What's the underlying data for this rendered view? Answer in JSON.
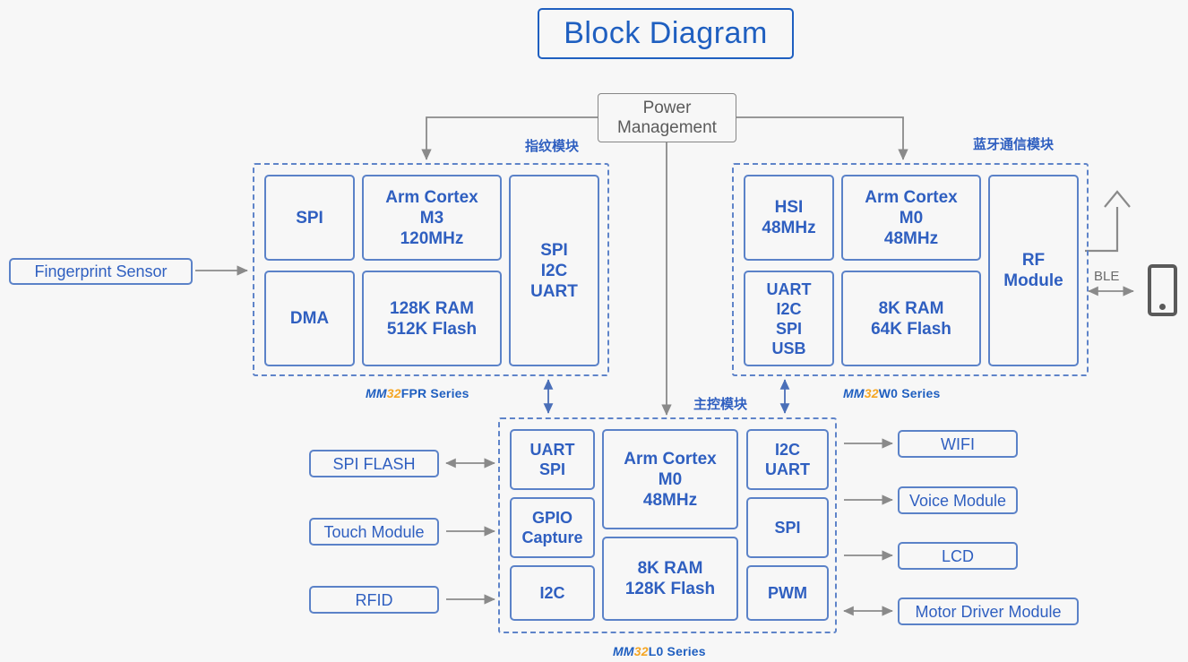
{
  "title": "Block Diagram",
  "power": {
    "label": "Power\nManagement",
    "line1": "Power",
    "line2": "Management"
  },
  "modules": {
    "fingerprint": {
      "cn_label": "指纹模块",
      "series_mm": "MM",
      "series_num": "32",
      "series_rest": "FPR Series",
      "blocks": [
        {
          "name": "spi",
          "text": "SPI"
        },
        {
          "name": "cpu",
          "text": "Arm Cortex\nM3\n120MHz",
          "lines": [
            "Arm Cortex",
            "M3",
            "120MHz"
          ]
        },
        {
          "name": "io",
          "text": "SPI\nI2C\nUART",
          "lines": [
            "SPI",
            "I2C",
            "UART"
          ]
        },
        {
          "name": "dma",
          "text": "DMA"
        },
        {
          "name": "mem",
          "text": "128K RAM\n512K Flash",
          "lines": [
            "128K RAM",
            "512K Flash"
          ]
        }
      ]
    },
    "bluetooth": {
      "cn_label": "蓝牙通信模块",
      "series_mm": "MM",
      "series_num": "32",
      "series_rest": "W0 Series",
      "blocks": [
        {
          "name": "hsi",
          "text": "HSI\n48MHz",
          "lines": [
            "HSI",
            "48MHz"
          ]
        },
        {
          "name": "cpu",
          "text": "Arm Cortex\nM0\n48MHz",
          "lines": [
            "Arm Cortex",
            "M0",
            "48MHz"
          ]
        },
        {
          "name": "rf",
          "text": "RF\nModule",
          "lines": [
            "RF",
            "Module"
          ]
        },
        {
          "name": "io",
          "text": "UART\nI2C\nSPI\nUSB",
          "lines": [
            "UART",
            "I2C",
            "SPI",
            "USB"
          ]
        },
        {
          "name": "mem",
          "text": "8K RAM\n64K Flash",
          "lines": [
            "8K RAM",
            "64K Flash"
          ]
        }
      ]
    },
    "main": {
      "cn_label": "主控模块",
      "series_mm": "MM",
      "series_num": "32",
      "series_rest": "L0 Series",
      "blocks": [
        {
          "name": "uart-spi",
          "text": "UART\nSPI",
          "lines": [
            "UART",
            "SPI"
          ]
        },
        {
          "name": "gpio-capture",
          "text": "GPIO\nCapture",
          "lines": [
            "GPIO",
            "Capture"
          ]
        },
        {
          "name": "i2c",
          "text": "I2C"
        },
        {
          "name": "cpu",
          "text": "Arm Cortex\nM0\n48MHz",
          "lines": [
            "Arm Cortex",
            "M0",
            "48MHz"
          ]
        },
        {
          "name": "mem",
          "text": "8K RAM\n128K Flash",
          "lines": [
            "8K RAM",
            "128K Flash"
          ]
        },
        {
          "name": "i2c-uart",
          "text": "I2C\nUART",
          "lines": [
            "I2C",
            "UART"
          ]
        },
        {
          "name": "spi",
          "text": "SPI"
        },
        {
          "name": "pwm",
          "text": "PWM"
        }
      ]
    }
  },
  "peripherals": {
    "left_sensor": "Fingerprint Sensor",
    "left_list": [
      {
        "name": "spi-flash",
        "label": "SPI FLASH",
        "arrow": "bidirectional"
      },
      {
        "name": "touch-module",
        "label": "Touch Module",
        "arrow": "right"
      },
      {
        "name": "rfid",
        "label": "RFID",
        "arrow": "right"
      }
    ],
    "right_list": [
      {
        "name": "wifi",
        "label": "WIFI",
        "arrow": "right"
      },
      {
        "name": "voice-module",
        "label": "Voice Module",
        "arrow": "right"
      },
      {
        "name": "lcd",
        "label": "LCD",
        "arrow": "right"
      },
      {
        "name": "motor-driver-module",
        "label": "Motor Driver Module",
        "arrow": "bidirectional"
      }
    ]
  },
  "wireless": {
    "link_label": "BLE",
    "antenna": "antenna-icon",
    "device": "smartphone-icon"
  },
  "colors": {
    "accent_blue": "#2f5fc0",
    "border_blue": "#5b82c8",
    "dashed_blue": "#5f84c9",
    "orange": "#f5a623",
    "gray_line": "#8a8a8a",
    "background": "#f7f7f7"
  }
}
